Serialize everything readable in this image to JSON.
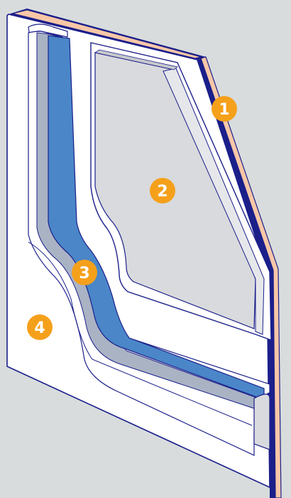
{
  "colors": {
    "background": "#d8dcdd",
    "panel": "#ffffff",
    "outline": "#1b1f8a",
    "edge_band": "#f8c7a7",
    "glass": "#d9dadd",
    "seal_blue": "#4a86c8",
    "seal_grey": "#a9b3c4",
    "marker": "#f5a01a"
  },
  "markers": [
    {
      "id": "edge-band",
      "label": "1",
      "icon": "circle-badge"
    },
    {
      "id": "glass-pane",
      "label": "2",
      "icon": "circle-badge"
    },
    {
      "id": "seal-channel",
      "label": "3",
      "icon": "circle-badge"
    },
    {
      "id": "door-panel",
      "label": "4",
      "icon": "circle-badge"
    }
  ]
}
